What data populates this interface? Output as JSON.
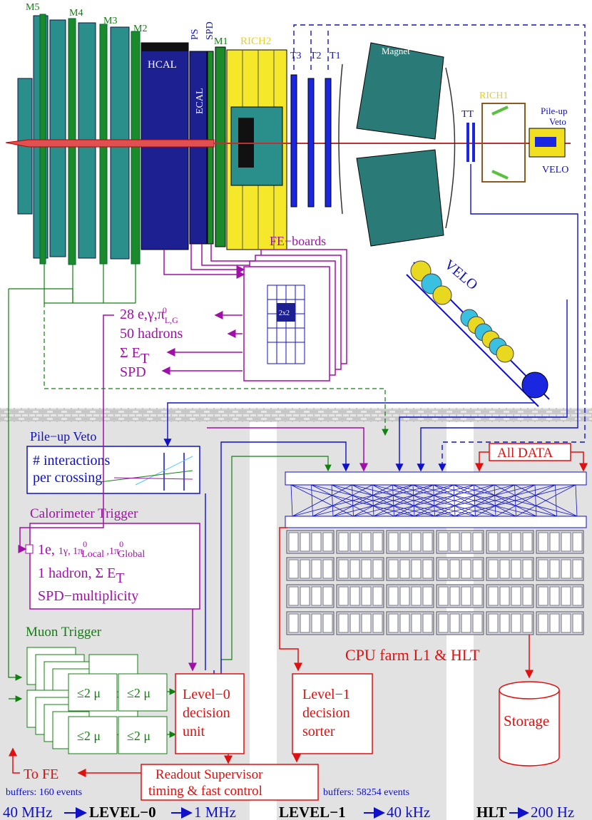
{
  "detector": {
    "muon_stations": [
      "M5",
      "M4",
      "M3",
      "M2",
      "M1"
    ],
    "hcal": "HCAL",
    "ecal": "ECAL",
    "ps": "PS",
    "spd": "SPD",
    "rich2": "RICH2",
    "trackers": [
      "T3",
      "T2",
      "T1"
    ],
    "magnet": "Magnet",
    "rich1": "RICH1",
    "tt": "TT",
    "pileup_veto": "Pile-up\nVeto",
    "velo": "VELO",
    "velo_big": "VELO"
  },
  "fe_boards": {
    "title": "FE−boards",
    "cluster": "2x2",
    "outputs": [
      "28 e,γ,π⁰L,G",
      "50 hadrons",
      "Σ ET",
      "SPD"
    ]
  },
  "pileup_panel": {
    "title": "Pile−up Veto",
    "line1": "# interactions",
    "line2": "per crossing"
  },
  "calo_panel": {
    "title": "Calorimeter Trigger",
    "line1": "1e, 1γ, 1π⁰Local ,1π⁰Global",
    "line2": "1 hadron,   Σ ET",
    "line3": "SPD−multiplicity"
  },
  "muon_panel": {
    "title": "Muon Trigger",
    "cell": "≤2 μ"
  },
  "level0_unit": [
    "Level−0",
    "decision",
    "unit"
  ],
  "level1_sorter": [
    "Level−1",
    "decision",
    "sorter"
  ],
  "readout": [
    "Readout Supervisor",
    "timing & fast control"
  ],
  "to_fe": "To FE",
  "all_data": "All DATA",
  "cpu_farm": "CPU farm L1   &   HLT",
  "storage": "Storage",
  "buffers_l0": "buffers: 160 events",
  "buffers_l1": "buffers: 58254 events",
  "rates": {
    "l0": [
      "40 MHz",
      "LEVEL−0",
      "1 MHz"
    ],
    "l1": [
      "LEVEL−1",
      "40 kHz"
    ],
    "hlt": [
      "HLT",
      "200 Hz"
    ]
  }
}
